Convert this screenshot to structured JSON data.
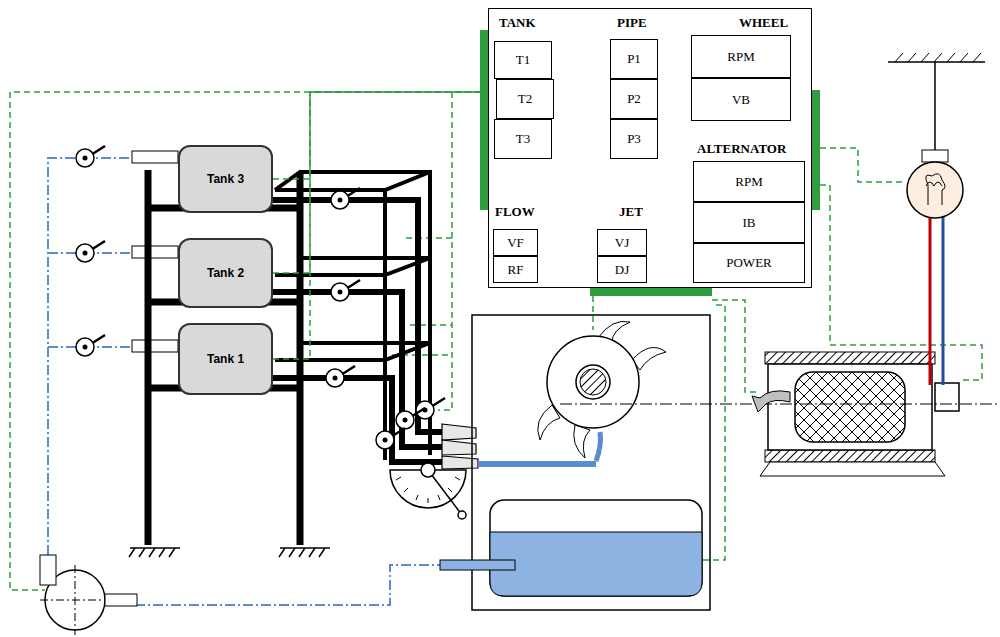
{
  "diagram": {
    "nodes": [
      {
        "text": [
          "TANK",
          "PIPE",
          "WHEEL",
          "ALTERNATOR",
          "FLOW",
          "JET"
        ]
      },
      {
        "text": [
          "T1"
        ],
        "in": 0
      },
      {
        "text": [
          "T2"
        ],
        "in": 0
      },
      {
        "text": [
          "T3"
        ],
        "in": 0
      },
      {
        "text": [
          "P1"
        ],
        "in": 0
      },
      {
        "text": [
          "P2"
        ],
        "in": 0
      },
      {
        "text": [
          "P3"
        ],
        "in": 0
      },
      {
        "text": [
          "RPM"
        ],
        "in": 0
      },
      {
        "text": [
          "VB"
        ],
        "in": 0
      },
      {
        "text": [
          "RPM"
        ],
        "in": 0
      },
      {
        "text": [
          "IB"
        ],
        "in": 0
      },
      {
        "text": [
          "POWER"
        ],
        "in": 0
      },
      {
        "text": [
          "VF"
        ],
        "in": 0
      },
      {
        "text": [
          "RF"
        ],
        "in": 0
      },
      {
        "text": [
          "VJ"
        ],
        "in": 0
      },
      {
        "text": [
          "DJ"
        ],
        "in": 0
      },
      {
        "text": [
          "Tank 3"
        ]
      },
      {
        "text": [
          "Tank 2"
        ]
      },
      {
        "text": [
          "Tank 1"
        ]
      }
    ],
    "edges": [
      {
        "from": 16,
        "to": 0,
        "arrow": "none"
      },
      {
        "from": 17,
        "to": 0,
        "arrow": "none"
      },
      {
        "from": 18,
        "to": 0,
        "arrow": "none"
      }
    ]
  }
}
